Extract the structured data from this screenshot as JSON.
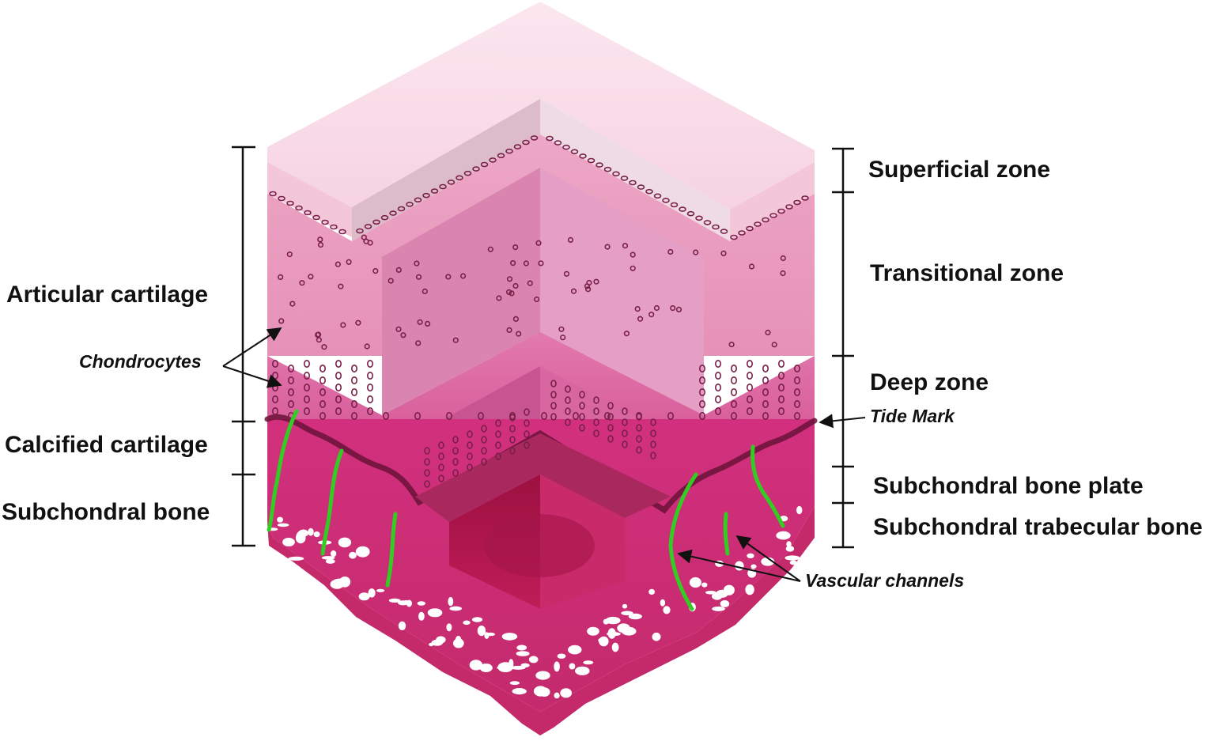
{
  "left_labels": {
    "articular": "Articular cartilage",
    "chondrocytes": "Chondrocytes",
    "calcified": "Calcified cartilage",
    "subchondral_bone": "Subchondral bone"
  },
  "right_labels": {
    "superficial": "Superficial zone",
    "transitional": "Transitional zone",
    "deep": "Deep zone",
    "tide_mark": "Tide Mark",
    "bone_plate": "Subchondral bone plate",
    "trabecular": "Subchondral trabecular bone",
    "vascular": "Vascular channels"
  },
  "colors": {
    "superficial_top": "#f9e3ec",
    "superficial_side": "#f4c9da",
    "transitional": "#e79cc0",
    "deep": "#de6fa6",
    "calcified": "#d43d88",
    "bone": "#cc2f76",
    "cavity": "#b2184f",
    "vessel": "#33cc22",
    "cell_stroke": "#7a1f4a"
  }
}
